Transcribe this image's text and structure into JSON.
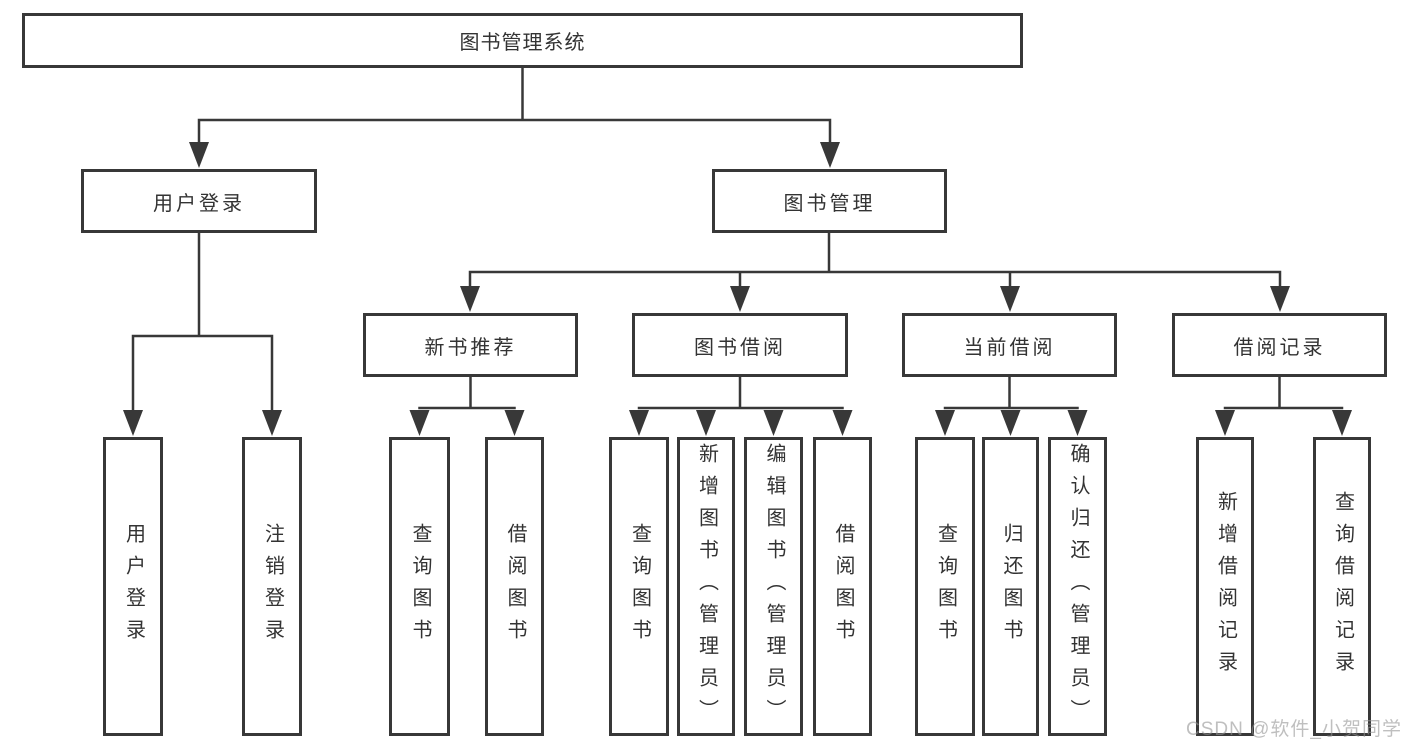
{
  "tree": {
    "root": {
      "label": "图书管理系统"
    },
    "branches": [
      {
        "label": "用户登录",
        "children": [
          {
            "label": "用户登录"
          },
          {
            "label": "注销登录"
          }
        ]
      },
      {
        "label": "图书管理",
        "children": [
          {
            "label": "新书推荐",
            "children": [
              {
                "label": "查询图书"
              },
              {
                "label": "借阅图书"
              }
            ]
          },
          {
            "label": "图书借阅",
            "children": [
              {
                "label": "查询图书"
              },
              {
                "label": "新增图书（管理员）"
              },
              {
                "label": "编辑图书（管理员）"
              },
              {
                "label": "借阅图书"
              }
            ]
          },
          {
            "label": "当前借阅",
            "children": [
              {
                "label": "查询图书"
              },
              {
                "label": "归还图书"
              },
              {
                "label": "确认归还（管理员）"
              }
            ]
          },
          {
            "label": "借阅记录",
            "children": [
              {
                "label": "新增借阅记录"
              },
              {
                "label": "查询借阅记录"
              }
            ]
          }
        ]
      }
    ]
  },
  "watermark": {
    "text": "CSDN @软件_小贺同学"
  },
  "colors": {
    "line": "#383838",
    "text": "#333333",
    "background": "#ffffff",
    "watermark": "#949494"
  }
}
